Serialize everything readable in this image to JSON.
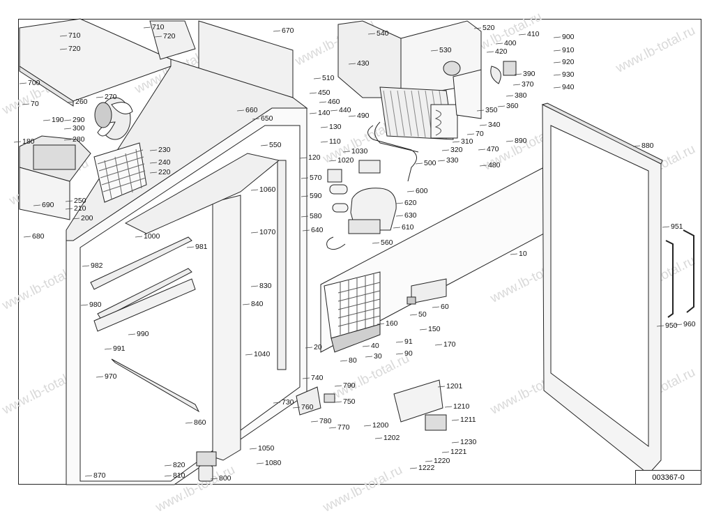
{
  "document_number": "003367-0",
  "watermark": "www.lb-total.ru",
  "callouts": [
    "710",
    "720",
    "710",
    "720",
    "670",
    "700",
    "540",
    "520",
    "530",
    "510",
    "430",
    "450",
    "460",
    "440",
    "490",
    "400",
    "410",
    "420",
    "390",
    "370",
    "380",
    "350",
    "360",
    "900",
    "910",
    "920",
    "930",
    "940",
    "270",
    "260",
    "290",
    "300",
    "280",
    "70",
    "190",
    "180",
    "230",
    "240",
    "220",
    "250",
    "210",
    "200",
    "690",
    "680",
    "660",
    "650",
    "140",
    "130",
    "110",
    "120",
    "550",
    "310",
    "70",
    "340",
    "320",
    "330",
    "500",
    "470",
    "480",
    "890",
    "880",
    "1030",
    "1020",
    "570",
    "590",
    "580",
    "600",
    "620",
    "630",
    "610",
    "640",
    "560",
    "1000",
    "1060",
    "1070",
    "981",
    "982",
    "980",
    "990",
    "991",
    "970",
    "830",
    "840",
    "1040",
    "860",
    "870",
    "10",
    "60",
    "50",
    "160",
    "150",
    "91",
    "170",
    "40",
    "90",
    "30",
    "80",
    "20",
    "951",
    "950",
    "960",
    "740",
    "790",
    "730",
    "760",
    "750",
    "780",
    "770",
    "1201",
    "1210",
    "1200",
    "1211",
    "1202",
    "1230",
    "1221",
    "1220",
    "1222",
    "1050",
    "1080",
    "820",
    "810",
    "800"
  ]
}
